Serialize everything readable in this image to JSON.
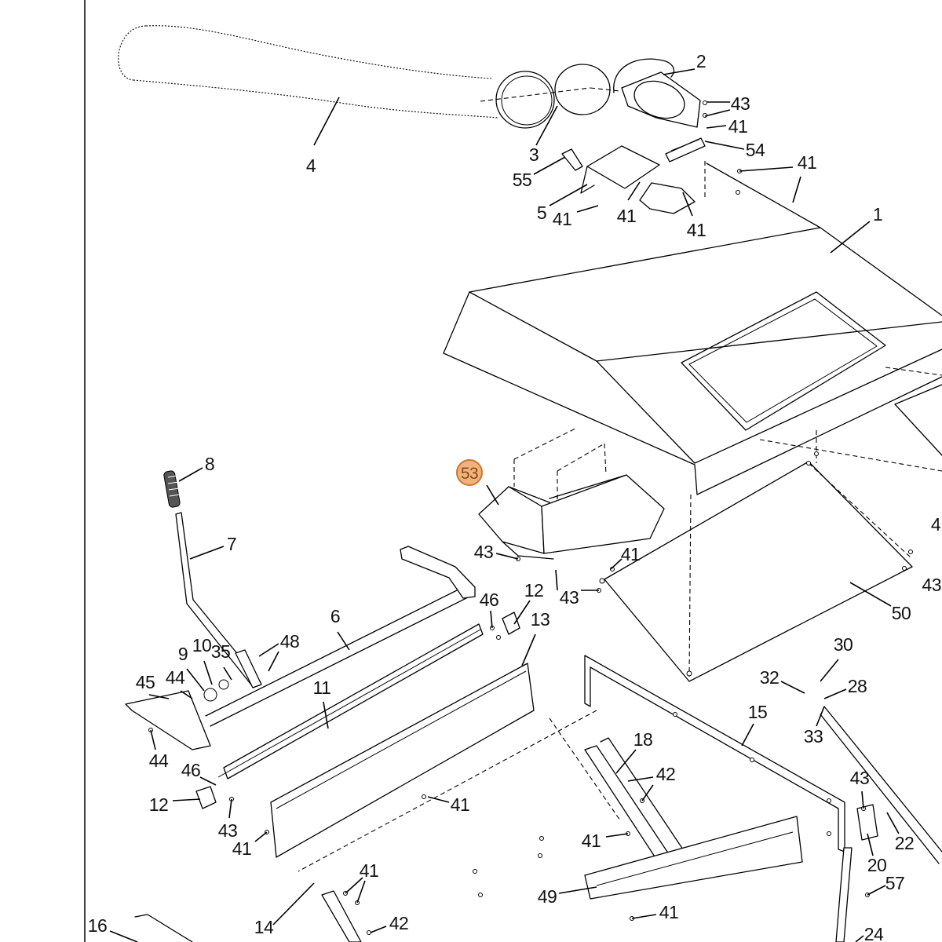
{
  "diagram": {
    "callouts": [
      "4",
      "2",
      "43",
      "41",
      "54",
      "3",
      "55",
      "41",
      "5",
      "41",
      "41",
      "41",
      "1",
      "8",
      "7",
      "43",
      "41",
      "12",
      "46",
      "43",
      "4",
      "43",
      "50",
      "6",
      "13",
      "48",
      "9",
      "10",
      "35",
      "45",
      "44",
      "11",
      "30",
      "32",
      "28",
      "15",
      "33",
      "18",
      "44",
      "42",
      "46",
      "43",
      "12",
      "41",
      "43",
      "41",
      "41",
      "22",
      "20",
      "41",
      "57",
      "49",
      "16",
      "14",
      "41",
      "42",
      "24"
    ],
    "highlighted_callout": "53"
  },
  "colors": {
    "line": "#000000",
    "background": "#ffffff",
    "highlight_fill": "#f2b27e",
    "highlight_stroke": "#c9782f",
    "highlight_text": "#8a4a12"
  }
}
